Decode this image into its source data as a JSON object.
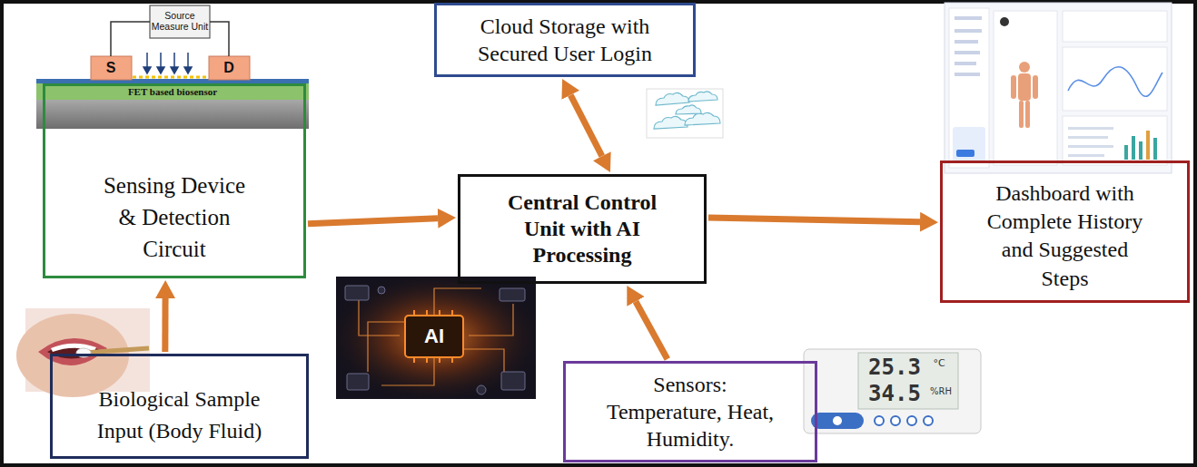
{
  "diagram": {
    "nodes": [
      {
        "text": [
          "Sensing Device & Detection Circuit"
        ]
      },
      {
        "text": [
          "Biological Sample Input (Body Fluid)"
        ]
      },
      {
        "text": [
          "Central Control Unit with AI Processing"
        ]
      },
      {
        "text": [
          "Cloud Storage with Secured User Login"
        ]
      },
      {
        "text": [
          "Dashboard with Complete History and Suggested Steps"
        ]
      },
      {
        "text": [
          "Sensors: Temperature, Heat, Humidity."
        ]
      }
    ],
    "edges": [
      {
        "from": 1,
        "to": 0,
        "arrow": "to"
      },
      {
        "from": 0,
        "to": 2,
        "arrow": "to"
      },
      {
        "from": 2,
        "to": 3,
        "arrow": "both"
      },
      {
        "from": 2,
        "to": 4,
        "arrow": "to"
      },
      {
        "from": 5,
        "to": 2,
        "arrow": "to"
      }
    ],
    "labels": [
      "Source Measure Unit",
      "S",
      "D",
      "FET based biosensor",
      "AI",
      "25.3",
      "°C",
      "34.5",
      "%RH"
    ]
  }
}
